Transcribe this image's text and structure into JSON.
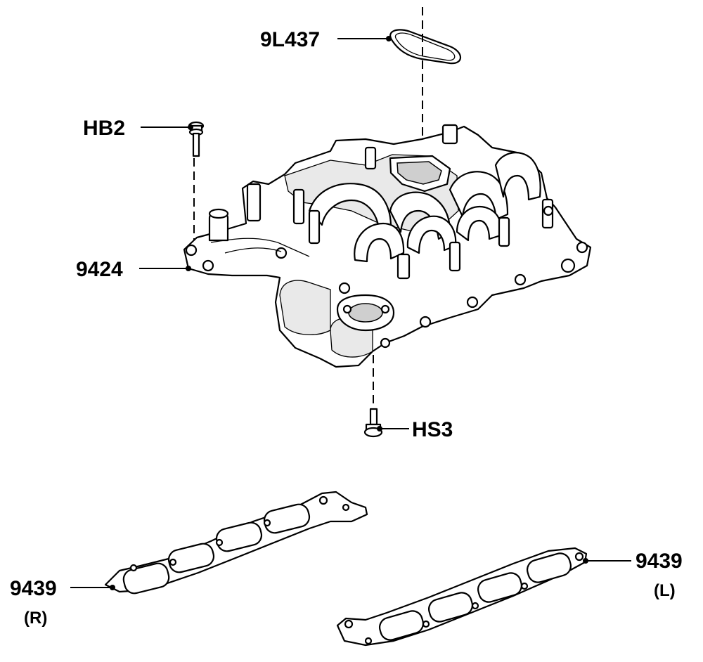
{
  "callouts": {
    "o_ring": "9L437",
    "bolt_top": "HB2",
    "manifold": "9424",
    "bolt_bottom": "HS3",
    "gasket_right": "9439",
    "gasket_right_side": "(R)",
    "gasket_left": "9439",
    "gasket_left_side": "(L)"
  }
}
